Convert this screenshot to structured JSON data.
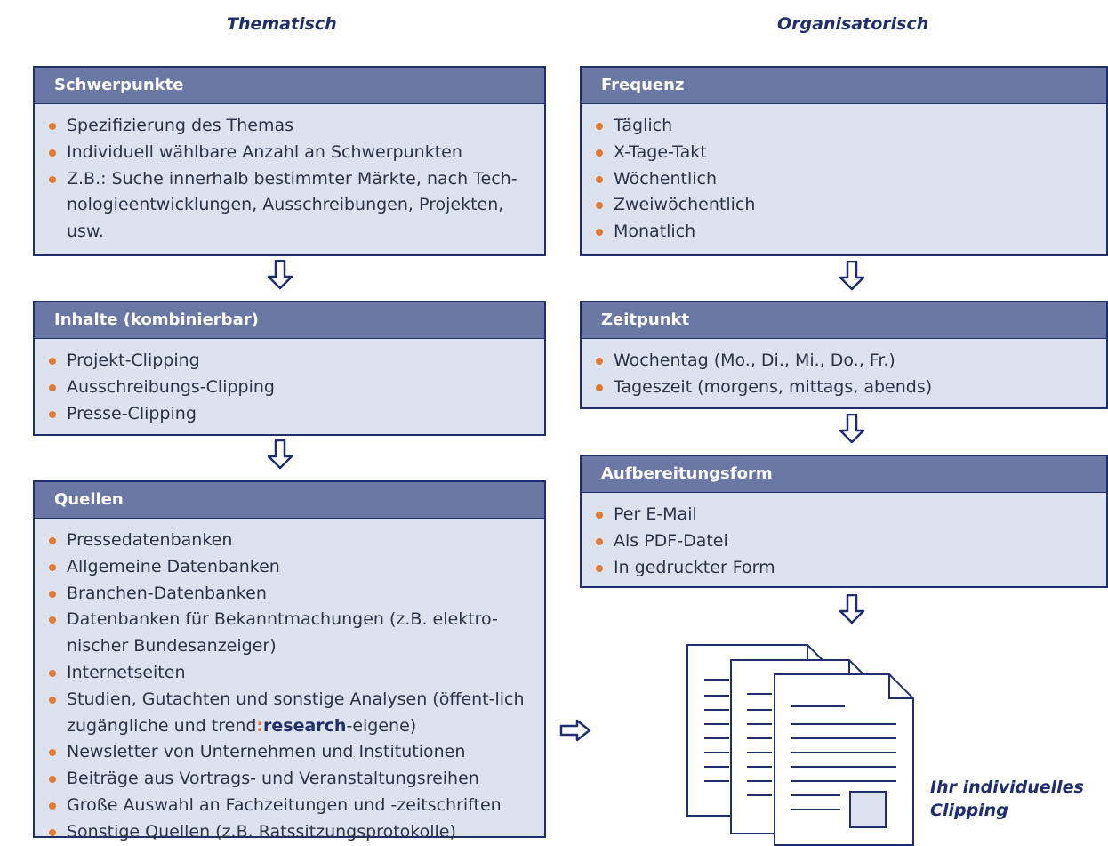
{
  "columns": {
    "left_title": "Thematisch",
    "right_title": "Organisatorisch"
  },
  "schwerpunkte": {
    "title": "Schwerpunkte",
    "items": [
      "Spezifizierung des Themas",
      "Individuell wählbare Anzahl an Schwerpunkten",
      "Z.B.: Suche innerhalb bestimmter Märkte, nach Tech-nologieentwicklungen, Ausschreibungen, Projekten, usw."
    ]
  },
  "inhalte": {
    "title": "Inhalte (kombinierbar)",
    "items": [
      "Projekt-Clipping",
      "Ausschreibungs-Clipping",
      "Presse-Clipping"
    ]
  },
  "quellen": {
    "title": "Quellen",
    "items": [
      "Pressedatenbanken",
      "Allgemeine Datenbanken",
      "Branchen-Datenbanken",
      "Datenbanken für Bekanntmachungen (z.B. elektro-nischer Bundesanzeiger)",
      "Internetseiten",
      "Studien, Gutachten und sonstige Analysen (öffent-lich zugängliche und trend:research-eigene)",
      "Newsletter von Unternehmen und Institutionen",
      "Beiträge aus Vortrags- und Veranstaltungsreihen",
      "Große Auswahl an Fachzeitungen und -zeitschriften",
      "Sonstige Quellen (z.B. Ratssitzungsprotokolle)"
    ],
    "studien_part1": "Studien, Gutachten und sonstige Analysen (öffent-lich zugängliche und trend",
    "studien_colon": ":",
    "studien_brand": "research",
    "studien_part2": "-eigene)"
  },
  "frequenz": {
    "title": "Frequenz",
    "items": [
      "Täglich",
      "X-Tage-Takt",
      "Wöchentlich",
      "Zweiwöchentlich",
      "Monatlich"
    ]
  },
  "zeitpunkt": {
    "title": "Zeitpunkt",
    "items": [
      "Wochentag (Mo., Di., Mi., Do., Fr.)",
      "Tageszeit (morgens, mittags, abends)"
    ]
  },
  "aufbereitungsform": {
    "title": "Aufbereitungsform",
    "items": [
      "Per E-Mail",
      "Als PDF-Datei",
      "In gedruckter Form"
    ]
  },
  "output": {
    "caption_line1": "Ihr individuelles",
    "caption_line2": "Clipping"
  },
  "colors": {
    "header": "#6b78a6",
    "box_bg": "#dde2ef",
    "border": "#1f2f6b",
    "bullet": "#e07a34"
  }
}
